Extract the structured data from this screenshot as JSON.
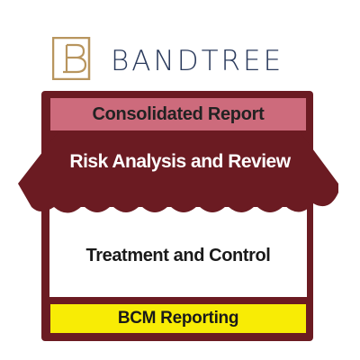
{
  "brand": {
    "name": "BANDTREE",
    "mark_letter": "B",
    "mark_color": "#b8955e",
    "name_color": "#2a3a5c"
  },
  "house": {
    "top_label": "Consolidated Report",
    "awning_label": "Risk Analysis and Review",
    "wall_label": "Treatment and Control",
    "base_label": "BCM Reporting",
    "colors": {
      "frame": "#6b1b22",
      "top_band": "#cd6b7c",
      "base_band": "#f8ec05"
    }
  }
}
